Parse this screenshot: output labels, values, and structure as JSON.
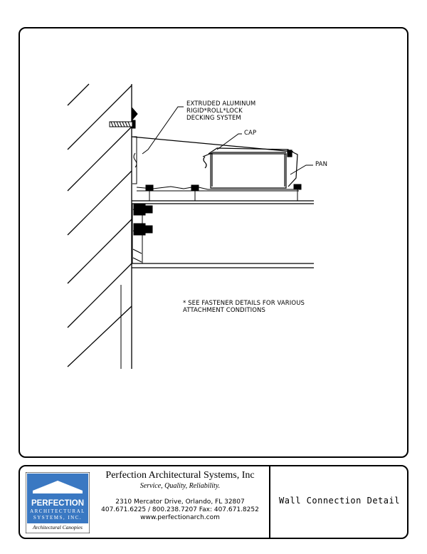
{
  "callouts": {
    "decking": [
      "EXTRUDED ALUMINUM",
      "RIGID*ROLL*LOCK",
      "DECKING SYSTEM"
    ],
    "cap": "CAP",
    "pan": "PAN",
    "note": [
      "* SEE FASTENER DETAILS FOR VARIOUS",
      "ATTACHMENT CONDITIONS"
    ]
  },
  "title_block": {
    "logo": {
      "brand": "PERFECTION",
      "line1": "ARCHITECTURAL",
      "line2": "SYSTEMS, INC.",
      "tagline": "Architectural Canopies",
      "sky_color": "#3a78c2"
    },
    "company_name": "Perfection Architectural Systems, Inc",
    "slogan": "Service, Quality, Reliability.",
    "address": "2310 Mercator Drive, Orlando, FL 32807",
    "phones": "407.671.6225 / 800.238.7207  Fax: 407.671.8252",
    "website": "www.perfectionarch.com",
    "sheet_title": "Wall Connection Detail"
  }
}
